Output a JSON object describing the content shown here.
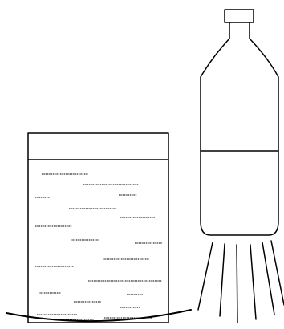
{
  "diagram": {
    "colors": {
      "ink": "#000000",
      "background": "#ffffff"
    },
    "objects": [
      "water-tank",
      "water-bottle",
      "water-streams",
      "ground-curve"
    ]
  }
}
